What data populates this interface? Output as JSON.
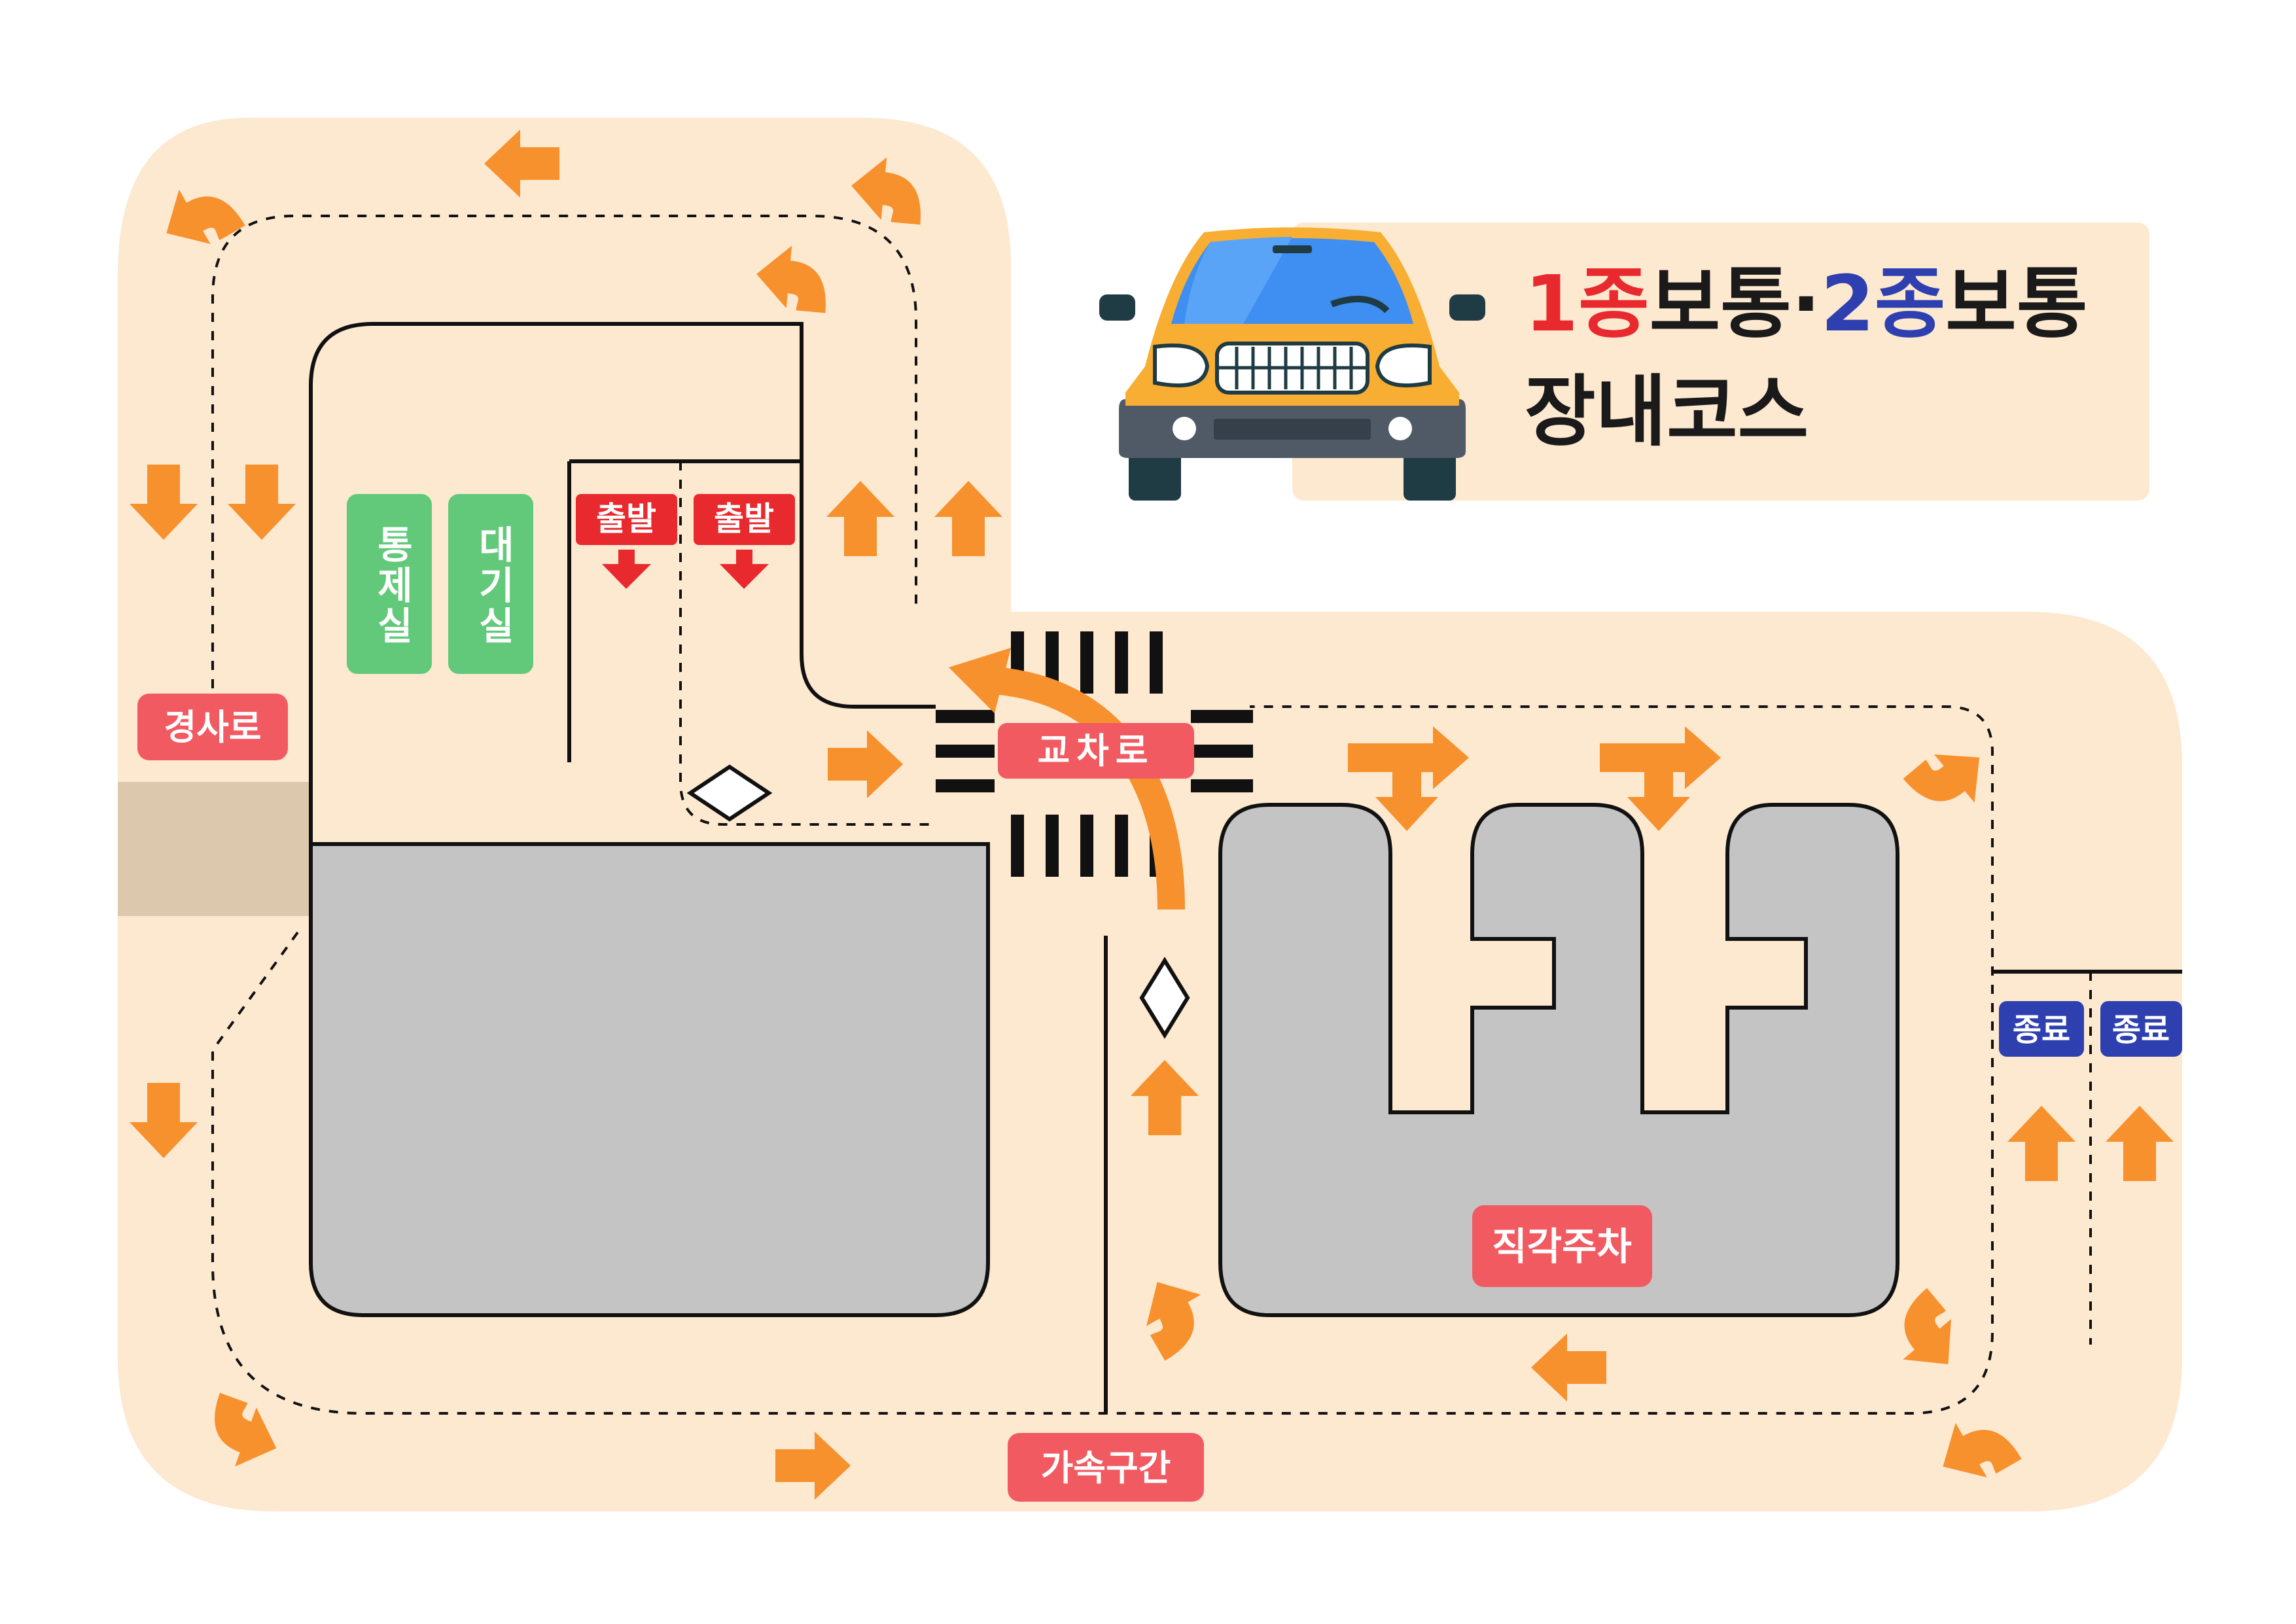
{
  "title": {
    "part1_num": "1종",
    "part1_rest": "보통",
    "separator": "·",
    "part2_num": "2종",
    "part2_rest": "보통",
    "line2": "장내코스"
  },
  "labels": {
    "control_room": "통제실",
    "waiting_room": "대기실",
    "start_1": "출발",
    "start_2": "출발",
    "slope": "경사로",
    "intersection": "교차로",
    "acceleration": "가속구간",
    "parking": "직각주차",
    "end_1": "종료",
    "end_2": "종료"
  },
  "colors": {
    "background": "#ffffff",
    "track": "#fde8d0",
    "slope_shadow": "#dcc9ad",
    "building": "#c4c4c4",
    "arrow": "#f7912d",
    "label_red": "#f25a62",
    "start_red": "#e8292e",
    "label_green": "#62c97a",
    "label_blue": "#2e3fb0",
    "title_red": "#e8292e",
    "title_blue": "#2e3fb0",
    "title_black": "#1a1a1a",
    "car_body": "#f7ae32",
    "car_windshield": "#3f8ef2"
  },
  "icons": [
    "car-icon",
    "arrow-icon",
    "curved-arrow-icon",
    "diamond-marker-icon",
    "crosswalk-icon"
  ]
}
